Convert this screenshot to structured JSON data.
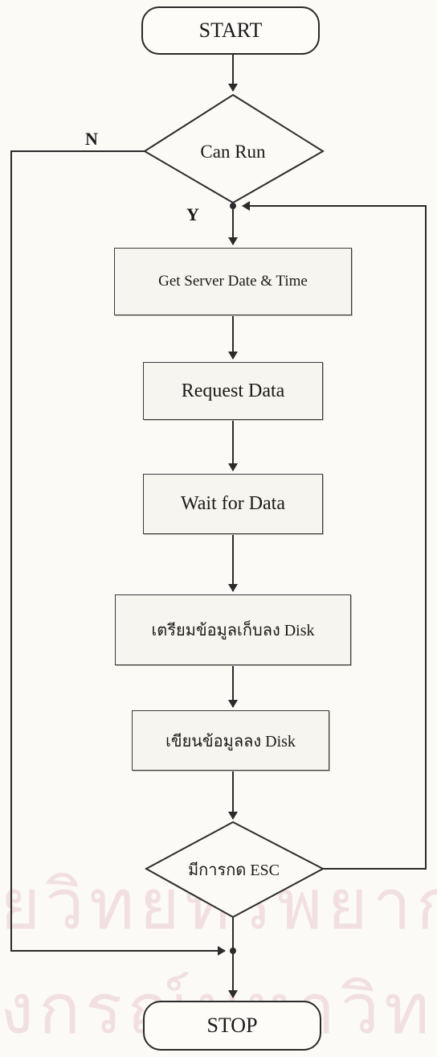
{
  "flowchart": {
    "start": "START",
    "decision_can_run": "Can Run",
    "label_no": "N",
    "label_yes": "Y",
    "step_get_server_time": "Get Server Date & Time",
    "step_request_data": "Request Data",
    "step_wait_data": "Wait for Data",
    "step_prepare_disk": "เตรียมข้อมูลเก็บลง Disk",
    "step_write_disk": "เขียนข้อมูลลง Disk",
    "decision_esc": "มีการกด ESC",
    "stop": "STOP"
  },
  "watermark": {
    "line1": "ยวิทยทรัพยากร",
    "line2": "งกรณ์มหาวิทยาลัย"
  },
  "colors": {
    "line": "#2b2b2b",
    "box_fill": "#f6f5ef",
    "watermark": "#f2dfe2"
  }
}
